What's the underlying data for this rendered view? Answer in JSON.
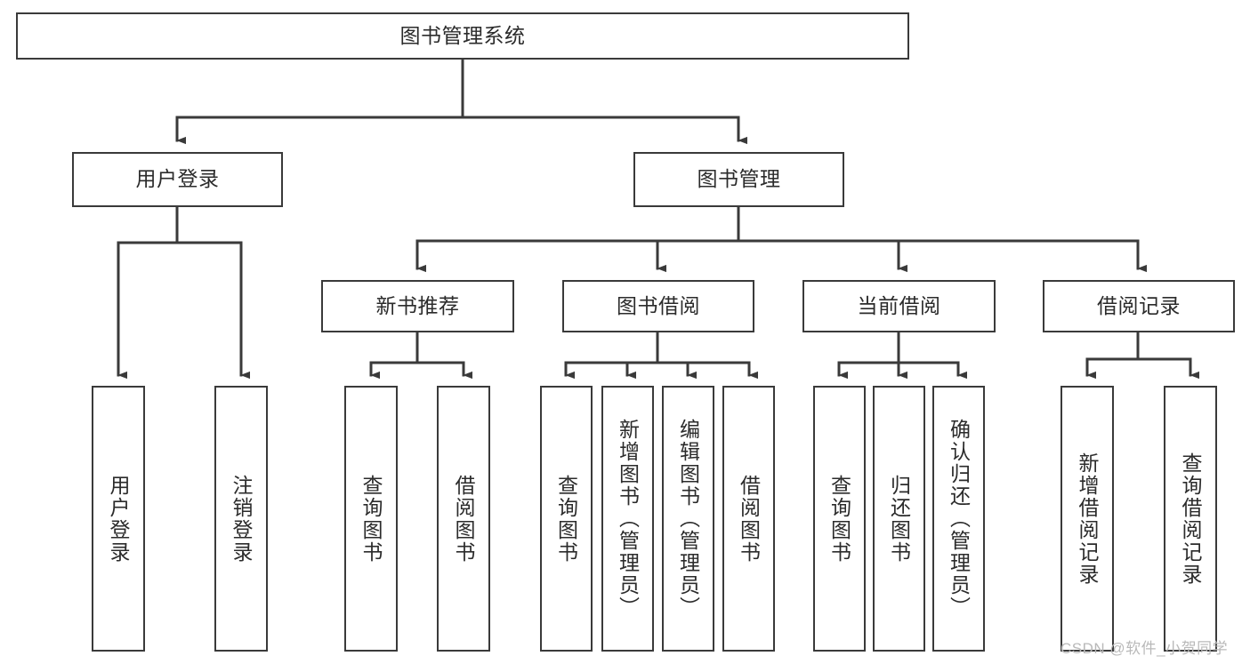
{
  "diagram": {
    "title": "图书管理系统",
    "type": "hierarchy-tree",
    "watermark": "CSDN @软件_小贺同学",
    "style": {
      "box_fill": "#ffffff",
      "box_stroke": "#3a3a3a",
      "connector_color": "#3a3a3a",
      "text_color": "#2b2b2b",
      "background": "#ffffff",
      "watermark_color": "#b9b9b9"
    },
    "nodes": {
      "root": {
        "label": "图书管理系统",
        "orientation": "horizontal"
      },
      "level2": [
        {
          "id": "user-login",
          "label": "用户登录",
          "orientation": "horizontal"
        },
        {
          "id": "book-manage",
          "label": "图书管理",
          "orientation": "horizontal"
        }
      ],
      "level3": [
        {
          "id": "new-book-recommend",
          "label": "新书推荐",
          "orientation": "horizontal"
        },
        {
          "id": "book-borrow",
          "label": "图书借阅",
          "orientation": "horizontal"
        },
        {
          "id": "current-borrow",
          "label": "当前借阅",
          "orientation": "horizontal"
        },
        {
          "id": "borrow-record",
          "label": "借阅记录",
          "orientation": "horizontal"
        }
      ],
      "leaves": [
        {
          "id": "leaf-user-login",
          "label": "用户登录",
          "parent": "user-login",
          "orientation": "vertical"
        },
        {
          "id": "leaf-user-logout",
          "label": "注销登录",
          "parent": "user-login",
          "orientation": "vertical"
        },
        {
          "id": "leaf-query-book-1",
          "label": "查询图书",
          "parent": "new-book-recommend",
          "orientation": "vertical"
        },
        {
          "id": "leaf-borrow-book-1",
          "label": "借阅图书",
          "parent": "new-book-recommend",
          "orientation": "vertical"
        },
        {
          "id": "leaf-query-book-2",
          "label": "查询图书",
          "parent": "book-borrow",
          "orientation": "vertical"
        },
        {
          "id": "leaf-add-book",
          "label": "新增图书（管理员）",
          "parent": "book-borrow",
          "orientation": "vertical"
        },
        {
          "id": "leaf-edit-book",
          "label": "编辑图书（管理员）",
          "parent": "book-borrow",
          "orientation": "vertical"
        },
        {
          "id": "leaf-borrow-book-2",
          "label": "借阅图书",
          "parent": "book-borrow",
          "orientation": "vertical"
        },
        {
          "id": "leaf-query-book-3",
          "label": "查询图书",
          "parent": "current-borrow",
          "orientation": "vertical"
        },
        {
          "id": "leaf-return-book",
          "label": "归还图书",
          "parent": "current-borrow",
          "orientation": "vertical"
        },
        {
          "id": "leaf-confirm-return",
          "label": "确认归还（管理员）",
          "parent": "current-borrow",
          "orientation": "vertical"
        },
        {
          "id": "leaf-add-record",
          "label": "新增借阅记录",
          "parent": "borrow-record",
          "orientation": "vertical"
        },
        {
          "id": "leaf-query-record",
          "label": "查询借阅记录",
          "parent": "borrow-record",
          "orientation": "vertical"
        }
      ]
    }
  }
}
